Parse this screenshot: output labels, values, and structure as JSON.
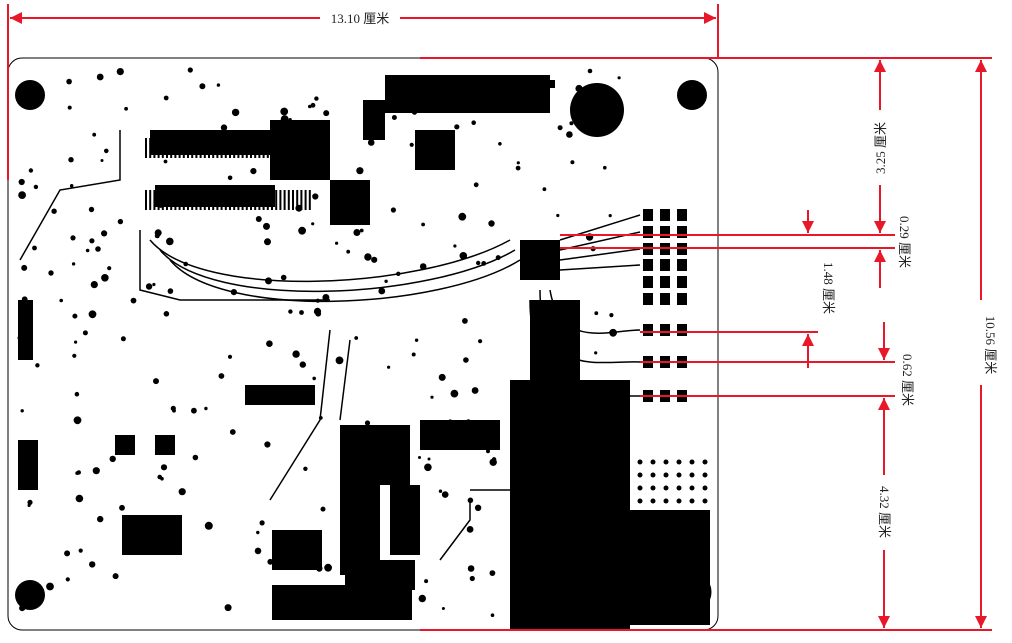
{
  "dimensions": {
    "width": "13.10 厘米",
    "height": "10.56 厘米",
    "top_to_connector": "3.25 厘米",
    "pin_gap": "0.29 厘米",
    "connector_span": "1.48 厘米",
    "lower_gap": "0.62 厘米",
    "bottom_to_connector": "4.32 厘米"
  },
  "colors": {
    "dimension": "#e8182a",
    "copper": "#000000",
    "board_outline": "#000000"
  }
}
